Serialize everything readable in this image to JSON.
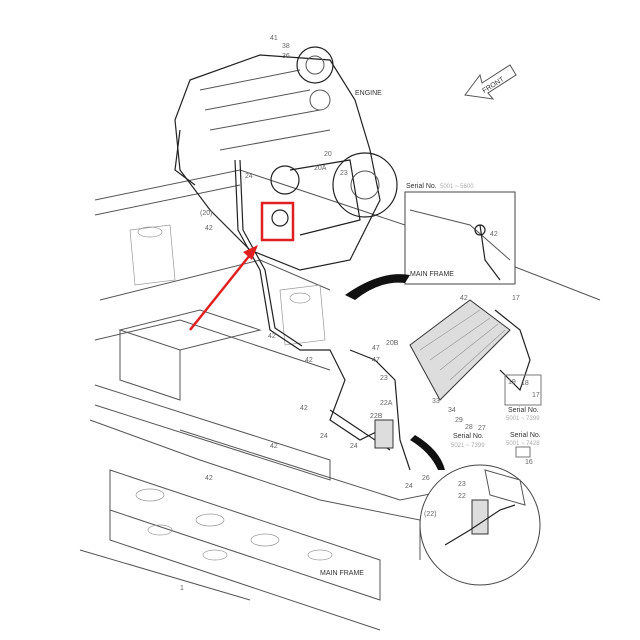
{
  "labels": {
    "engine": "ENGINE",
    "front": "FRONT",
    "main_frame_inset": "MAIN FRAME",
    "main_frame_bottom": "MAIN FRAME",
    "serial_label": "Serial No.",
    "serial_1": "5001 ~ 5600",
    "serial_2": "5001 ~ 7399",
    "serial_3": "5021 ~ 7399",
    "serial_4": "5001 ~ 7428"
  },
  "callouts": [
    "41",
    "38",
    "36",
    "20",
    "20A",
    "23",
    "24",
    "42",
    "(20)",
    "42",
    "42",
    "42",
    "42",
    "42",
    "24",
    "24",
    "24",
    "26",
    "22A",
    "22B",
    "22",
    "(22)",
    "23",
    "47",
    "20B",
    "47",
    "23",
    "17",
    "18",
    "19",
    "29",
    "28",
    "27",
    "33",
    "34",
    "16",
    "17",
    "42",
    "42",
    "1"
  ],
  "highlight_color": "#e02020"
}
